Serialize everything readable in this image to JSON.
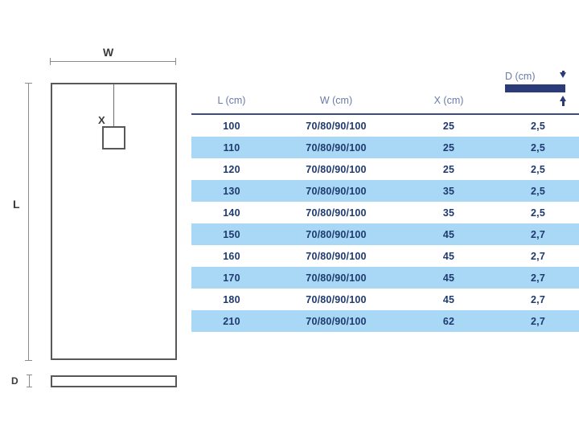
{
  "drawing": {
    "labels": {
      "width": "W",
      "length": "L",
      "offset": "X",
      "depth": "D"
    },
    "views": {
      "top_view_name": "tray-top-view",
      "side_view_name": "tray-side-view",
      "drain_name": "drain-outlet"
    }
  },
  "table": {
    "headers": {
      "l": "L (cm)",
      "w": "W (cm)",
      "x": "X (cm)",
      "d": "D (cm)"
    },
    "rows": [
      {
        "l": "100",
        "w": "70/80/90/100",
        "x": "25",
        "d": "2,5"
      },
      {
        "l": "110",
        "w": "70/80/90/100",
        "x": "25",
        "d": "2,5"
      },
      {
        "l": "120",
        "w": "70/80/90/100",
        "x": "25",
        "d": "2,5"
      },
      {
        "l": "130",
        "w": "70/80/90/100",
        "x": "35",
        "d": "2,5"
      },
      {
        "l": "140",
        "w": "70/80/90/100",
        "x": "35",
        "d": "2,5"
      },
      {
        "l": "150",
        "w": "70/80/90/100",
        "x": "45",
        "d": "2,7"
      },
      {
        "l": "160",
        "w": "70/80/90/100",
        "x": "45",
        "d": "2,7"
      },
      {
        "l": "170",
        "w": "70/80/90/100",
        "x": "45",
        "d": "2,7"
      },
      {
        "l": "180",
        "w": "70/80/90/100",
        "x": "45",
        "d": "2,7"
      },
      {
        "l": "210",
        "w": "70/80/90/100",
        "x": "62",
        "d": "2,7"
      }
    ]
  },
  "colors": {
    "header_text": "#6a7ba8",
    "rule": "#3c4a86",
    "row_stripe": "#a8d8f5",
    "value_text": "#1f3a6e",
    "depth_bar": "#2b3b7a",
    "drawing_stroke": "#58585a",
    "dimension_line": "#8c8c8c"
  }
}
